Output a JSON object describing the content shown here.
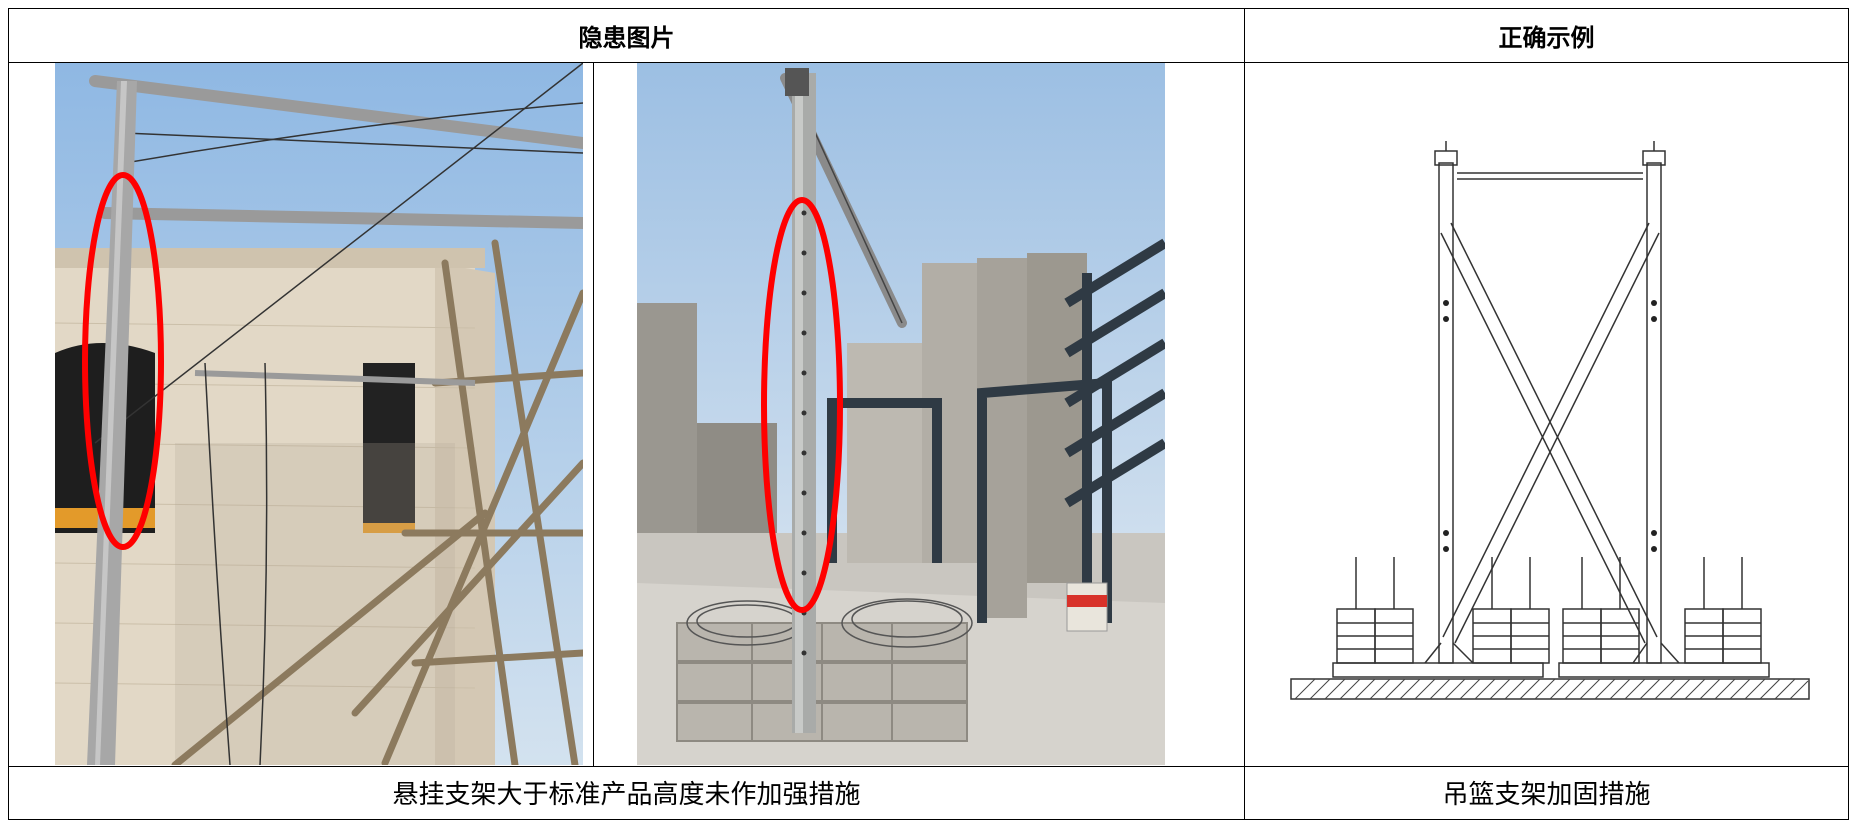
{
  "table": {
    "header_left": "隐患图片",
    "header_right": "正确示例",
    "caption_left": "悬挂支架大于标准产品高度未作加强措施",
    "caption_right": "吊篮支架加固措施"
  },
  "colors": {
    "highlight_ellipse": "#ff0000",
    "border": "#000000",
    "sky": "#a8c6e6"
  }
}
